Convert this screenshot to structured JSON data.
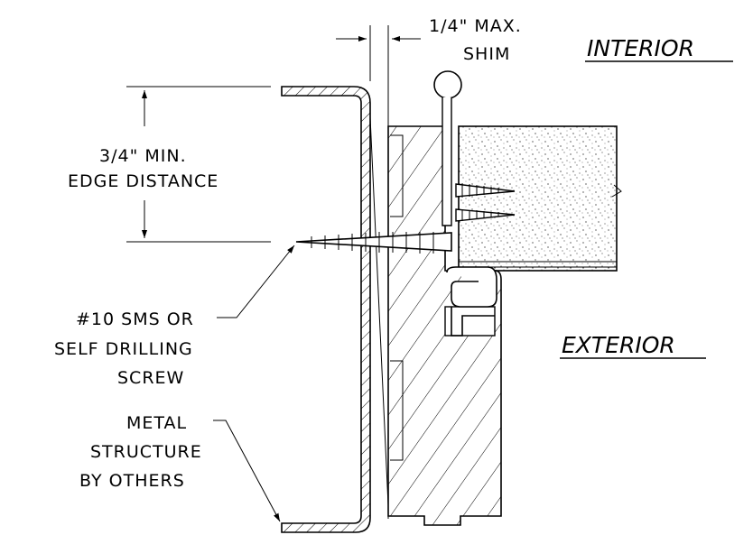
{
  "labels": {
    "shim_line1": "1/4\" MAX.",
    "shim_line2": "SHIM",
    "edge_line1": "3/4\" MIN.",
    "edge_line2": "EDGE DISTANCE",
    "screw_line1": "#10 SMS OR",
    "screw_line2": "SELF DRILLING",
    "screw_line3": "SCREW",
    "metal_line1": "METAL",
    "metal_line2": "STRUCTURE",
    "metal_line3": "BY OTHERS",
    "interior": "INTERIOR",
    "exterior": "EXTERIOR"
  }
}
